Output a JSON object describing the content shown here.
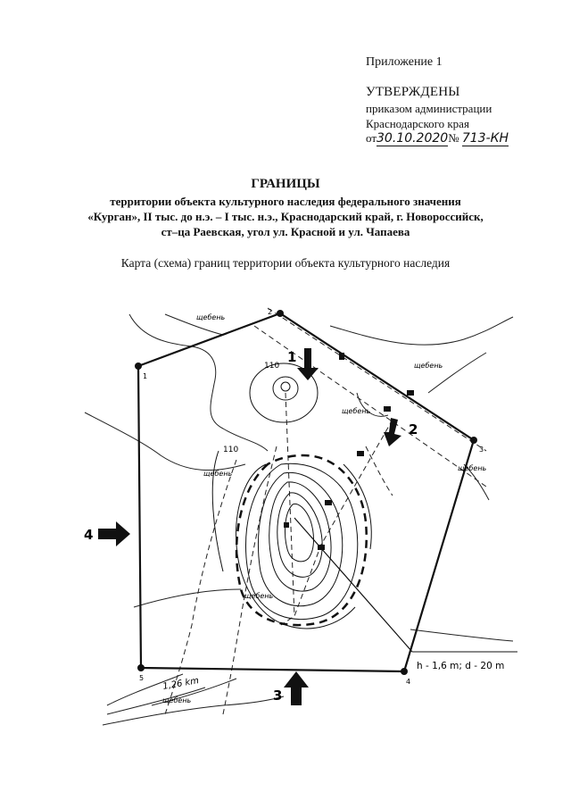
{
  "header": {
    "appendix": "Приложение 1",
    "approved": "УТВЕРЖДЕНЫ",
    "order_line": "приказом администрации",
    "region_line": "Краснодарского края",
    "date_prefix": "от",
    "date_handwritten": "30.10.2020",
    "number_mark": "№",
    "number_handwritten": "713-КН"
  },
  "title": {
    "main": "ГРАНИЦЫ",
    "line1": "территории объекта культурного наследия федерального значения",
    "line2": "«Курган», II тыс. до н.э. – I тыс. н.э., Краснодарский край, г. Новороссийск,",
    "line3": "ст–ца Раевская, угол ул. Красной и ул. Чапаева"
  },
  "map_caption": "Карта (схема) границ территории объекта культурного наследия",
  "map": {
    "vertex_labels": [
      "1",
      "2",
      "3",
      "4",
      "5"
    ],
    "view_labels": [
      "1",
      "2",
      "4",
      "3"
    ],
    "surface_label": "щебень",
    "contour_labels": [
      "110",
      "110"
    ],
    "scale_note": "h - 1,6 m; d - 20 m",
    "handwritten_note": "1,26 km"
  }
}
